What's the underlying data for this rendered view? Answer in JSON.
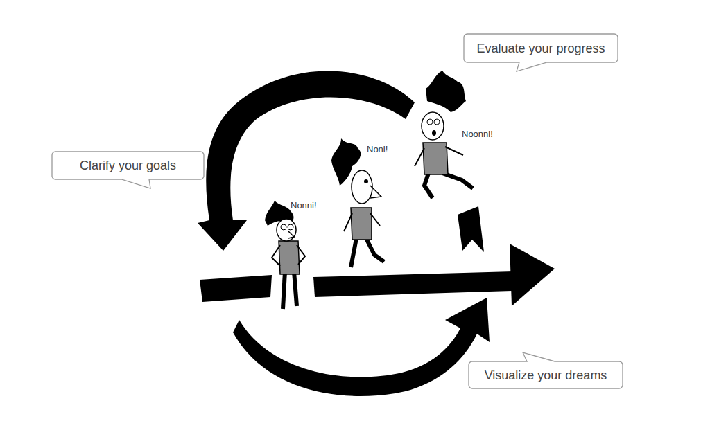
{
  "diagram": {
    "nodes": [
      {
        "text": [
          "Evaluate your progress"
        ]
      },
      {
        "text": [
          "Clarify your goals"
        ]
      },
      {
        "text": [
          "Visualize your dreams"
        ]
      }
    ],
    "labels": [
      "Noonni!",
      "Noni!",
      "Nonni!"
    ]
  }
}
